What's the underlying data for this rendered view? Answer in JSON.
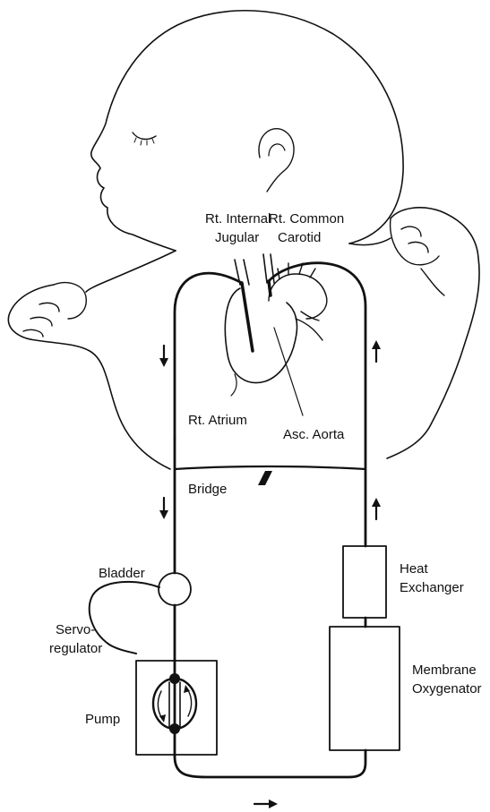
{
  "labels": {
    "internal_jugular_1": "Rt. Internal",
    "internal_jugular_2": "Jugular",
    "common_carotid_1": "Rt. Common",
    "common_carotid_2": "Carotid",
    "right_atrium": "Rt. Atrium",
    "ascending_aorta": "Asc. Aorta",
    "bridge": "Bridge",
    "bladder": "Bladder",
    "servoregulator_1": "Servo-",
    "servoregulator_2": "regulator",
    "pump": "Pump",
    "heat_exchanger_1": "Heat",
    "heat_exchanger_2": "Exchanger",
    "membrane_oxygenator_1": "Membrane",
    "membrane_oxygenator_2": "Oxygenator"
  },
  "colors": {
    "ink": "#111111",
    "background": "#ffffff"
  }
}
